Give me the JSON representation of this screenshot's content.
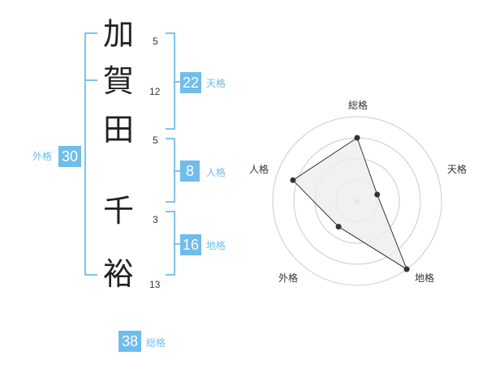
{
  "name": {
    "chars": [
      {
        "char": "加",
        "strokes": "5"
      },
      {
        "char": "賀",
        "strokes": "12"
      },
      {
        "char": "田",
        "strokes": "5"
      },
      {
        "char": "千",
        "strokes": "3"
      },
      {
        "char": "裕",
        "strokes": "13"
      }
    ]
  },
  "kaku": {
    "tenkaku": {
      "value": "22",
      "label": "天格"
    },
    "jinkaku": {
      "value": "8",
      "label": "人格"
    },
    "chikaku": {
      "value": "16",
      "label": "地格"
    },
    "gaikaku": {
      "value": "30",
      "label": "外格"
    },
    "soukaku": {
      "value": "38",
      "label": "総格"
    }
  },
  "chart_data": {
    "type": "radar",
    "axes": [
      "総格",
      "天格",
      "地格",
      "外格",
      "人格"
    ],
    "rings": 4,
    "max": 4,
    "values": [
      3,
      1,
      4,
      1.5,
      3.2
    ]
  },
  "colors": {
    "accent": "#6fbdeb",
    "bracket": "#7cc4ee",
    "ring": "#cccccc",
    "fill": "#eeeeee"
  }
}
